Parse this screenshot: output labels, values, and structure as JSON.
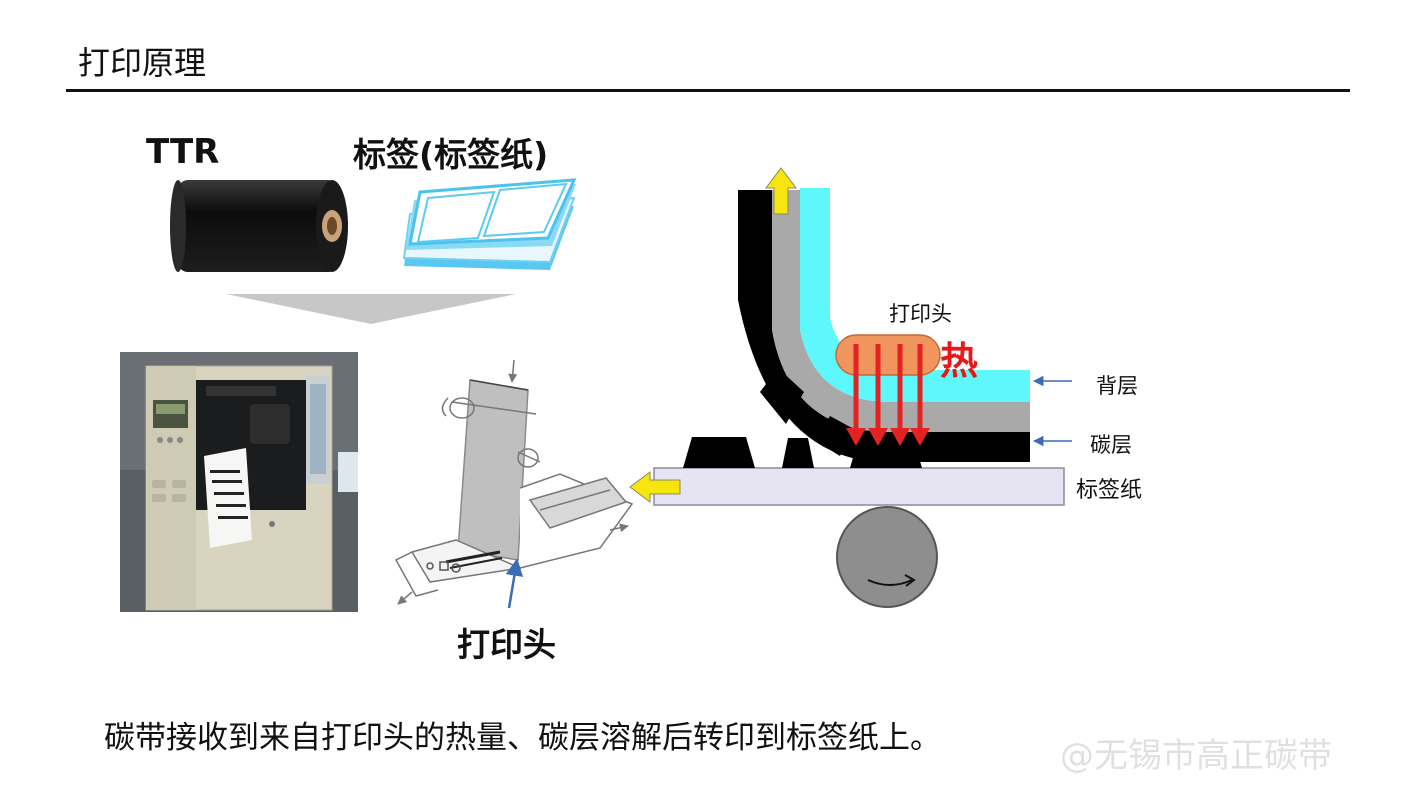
{
  "slide": {
    "title": "打印原理",
    "caption": "碳带接收到来自打印头的热量、碳层溶解后转印到标签纸上。",
    "watermark": "@无锡市高正碳带"
  },
  "materials": {
    "ttr_label": "TTR",
    "label_label": "标签(标签纸)"
  },
  "printhead_sketch": {
    "label": "打印头"
  },
  "cross_section": {
    "printhead_label": "打印头",
    "heat_label": "热",
    "back_layer_label": "背层",
    "carbon_layer_label": "碳层",
    "label_paper_label": "标签纸"
  },
  "colors": {
    "back_layer": "#5ef7fb",
    "ribbon_base": "#a9a9a9",
    "carbon": "#000000",
    "paper": "#e6e4f2",
    "printhead": "#f0955e",
    "heat_arrow": "#e52222",
    "feed_arrow": "#f7e60e",
    "heat_text": "#e81818",
    "pointer": "#3c6bb8"
  }
}
